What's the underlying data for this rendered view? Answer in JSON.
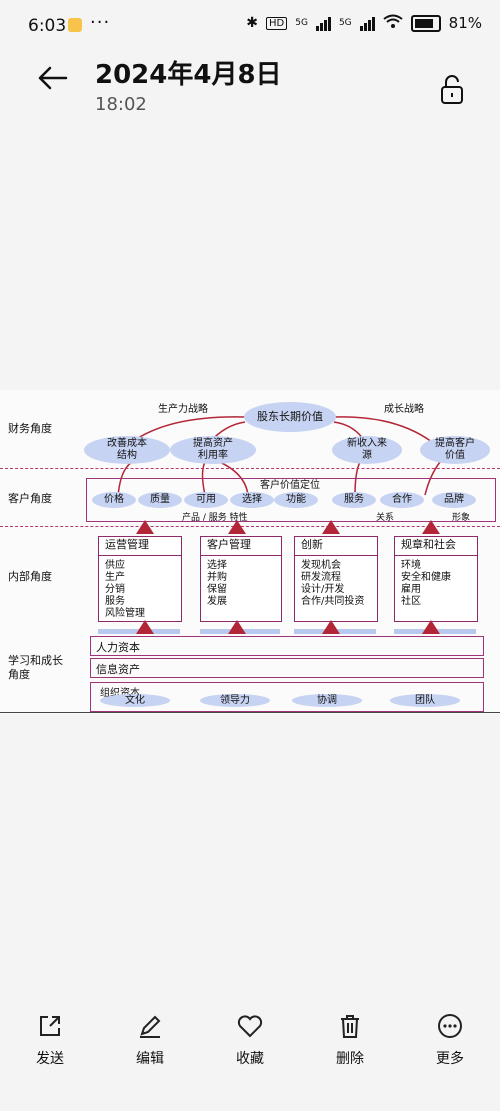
{
  "status": {
    "time": "6:03",
    "hd": "HD",
    "net1": "5G",
    "net2": "5G",
    "battery": "81%"
  },
  "header": {
    "title": "2024年4月8日",
    "subtitle": "18:02"
  },
  "diagram": {
    "rows": [
      "财务角度",
      "客户角度",
      "内部角度",
      "学习和成长",
      "角度"
    ],
    "strategy_left": "生产力战略",
    "strategy_right": "成长战略",
    "top": "股东长期价值",
    "fin": [
      "改善成本",
      "结构",
      "提高资产",
      "利用率",
      "新收入来",
      "源",
      "提高客户",
      "价值"
    ],
    "cust_header": "客户价值定位",
    "cust_items": [
      "价格",
      "质量",
      "可用",
      "选择",
      "功能",
      "服务",
      "合作",
      "品牌"
    ],
    "cust_sub": [
      "产品 / 服务 特性",
      "关系",
      "形象"
    ],
    "cols": [
      {
        "h": "运营管理",
        "items": [
          "供应",
          "生产",
          "分销",
          "服务",
          "风险管理"
        ]
      },
      {
        "h": "客户管理",
        "items": [
          "选择",
          "并购",
          "保留",
          "发展"
        ]
      },
      {
        "h": "创新",
        "items": [
          "发现机会",
          "研发流程",
          "设计/开发",
          "合作/共同投资"
        ]
      },
      {
        "h": "规章和社会",
        "items": [
          "环境",
          "安全和健康",
          "雇用",
          "社区"
        ]
      }
    ],
    "learn": [
      "人力资本",
      "信息资产",
      "组织资本"
    ],
    "org": [
      "文化",
      "领导力",
      "协调",
      "团队"
    ]
  },
  "toolbar": {
    "send": "发送",
    "edit": "编辑",
    "fav": "收藏",
    "del": "删除",
    "more": "更多"
  }
}
